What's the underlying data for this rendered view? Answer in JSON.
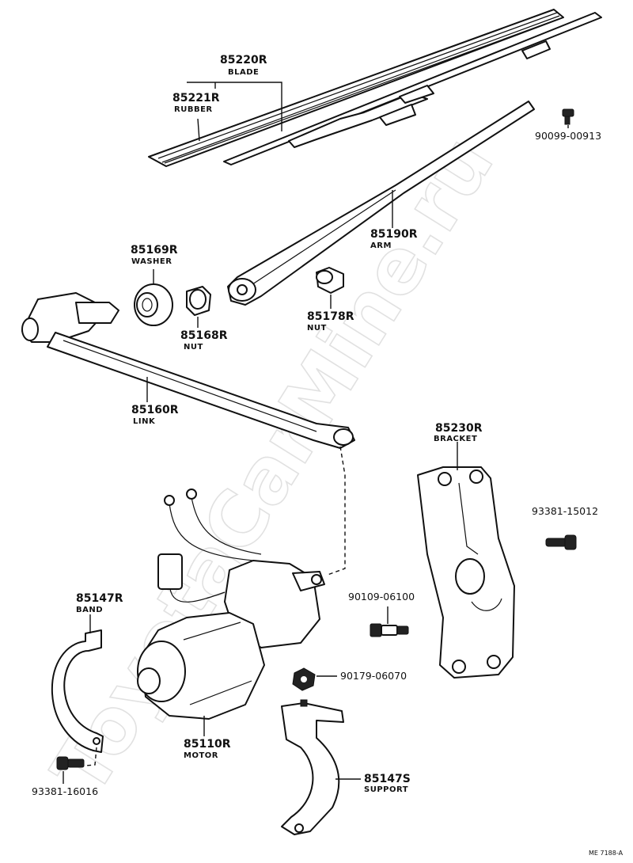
{
  "watermark": "ToyotaCarMine.ru",
  "diagram_ref": "ME 7188-A",
  "parts": {
    "blade": {
      "number": "85220R",
      "name": "BLADE"
    },
    "rubber": {
      "number": "85221R",
      "name": "RUBBER"
    },
    "screw_top": {
      "code": "90099-00913"
    },
    "arm": {
      "number": "85190R",
      "name": "ARM"
    },
    "washer": {
      "number": "85169R",
      "name": "WASHER"
    },
    "nut_168": {
      "number": "85168R",
      "name": "NUT"
    },
    "nut_178": {
      "number": "85178R",
      "name": "NUT"
    },
    "link": {
      "number": "85160R",
      "name": "LINK"
    },
    "bracket": {
      "number": "85230R",
      "name": "BRACKET"
    },
    "bolt_bracket": {
      "code": "93381-15012"
    },
    "bolt_motor": {
      "code": "90109-06100"
    },
    "band": {
      "number": "85147R",
      "name": "BAND"
    },
    "nut_motor": {
      "code": "90179-06070"
    },
    "motor": {
      "number": "85110R",
      "name": "MOTOR"
    },
    "support": {
      "number": "85147S",
      "name": "SUPPORT"
    },
    "bolt_band": {
      "code": "93381-16016"
    }
  }
}
